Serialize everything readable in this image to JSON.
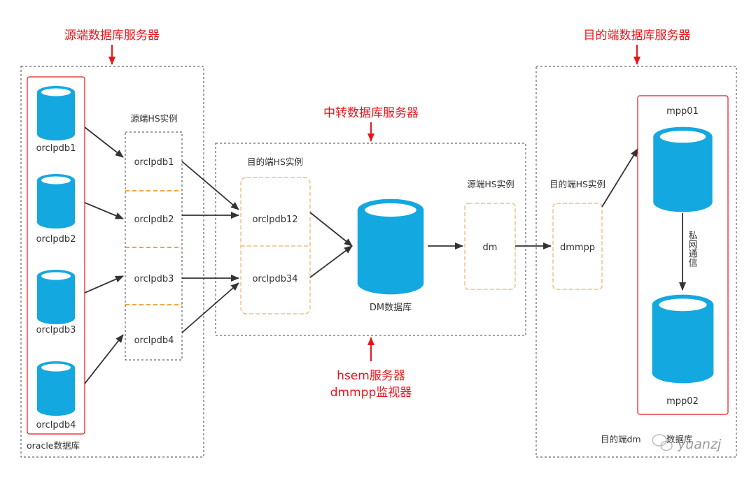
{
  "titles": {
    "source_server": "源端数据库服务器",
    "relay_server": "中转数据库服务器",
    "target_server": "目的端数据库服务器",
    "hsem_line1": "hsem服务器",
    "hsem_line2": "dmmpp监视器"
  },
  "source": {
    "db_names": [
      "orclpdb1",
      "orclpdb2",
      "orclpdb3",
      "orclpdb4"
    ],
    "footer": "oracle数据库",
    "hs_label": "源端HS实例",
    "hs_items": [
      "orclpdb1",
      "orclpdb2",
      "orclpdb3",
      "orclpdb4"
    ]
  },
  "relay": {
    "target_hs_label": "目的端HS实例",
    "target_hs_items": [
      "orclpdb12",
      "orclpdb34"
    ],
    "dm_db": "DM数据库",
    "source_hs_label": "源端HS实例",
    "source_hs_item": "dm"
  },
  "target": {
    "hs_label": "目的端HS实例",
    "hs_item": "dmmpp",
    "nodes": [
      "mpp01",
      "mpp02"
    ],
    "link_label": "私网通信",
    "footer": "目的端dm",
    "footer_suffix": "数据库"
  },
  "watermark": "yuanzj",
  "colors": {
    "red": "#e8161c",
    "cyan": "#13a8e0",
    "orange": "#f0b070",
    "arrow": "#333333"
  }
}
